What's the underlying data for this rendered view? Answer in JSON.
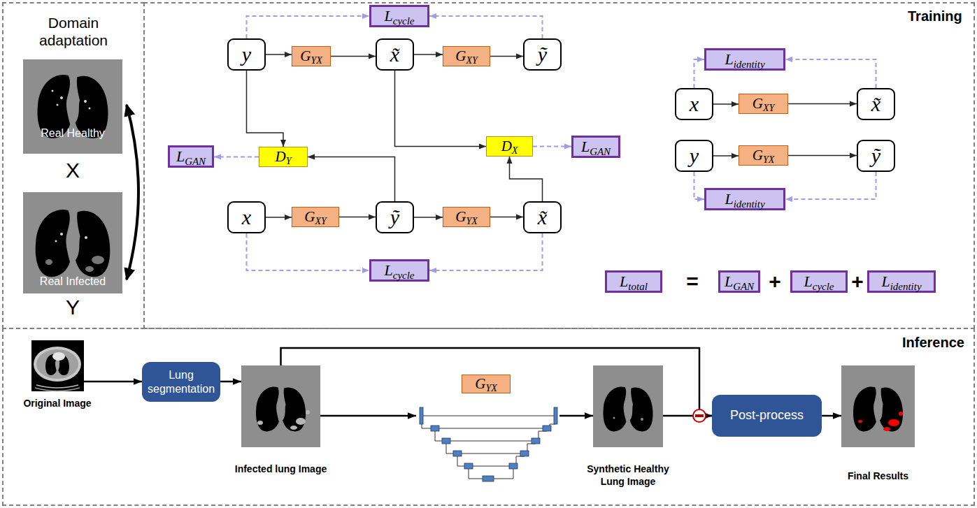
{
  "diagram": {
    "nodes": [
      {
        "text": [
          "Domain adaptation"
        ]
      },
      {
        "text": [
          "Real Healthy",
          "X"
        ],
        "in": 0
      },
      {
        "text": [
          "Real Infected",
          "Y"
        ],
        "in": 0
      },
      {
        "text": [
          "Training"
        ]
      },
      {
        "text": [
          "L",
          "cycle"
        ],
        "in": 3
      },
      {
        "text": [
          "y"
        ],
        "in": 3
      },
      {
        "text": [
          "G",
          "YX"
        ],
        "in": 3
      },
      {
        "text": [
          "x̃"
        ],
        "in": 3
      },
      {
        "text": [
          "G",
          "XY"
        ],
        "in": 3
      },
      {
        "text": [
          "ỹ"
        ],
        "in": 3
      },
      {
        "text": [
          "L",
          "identity"
        ],
        "in": 3
      },
      {
        "text": [
          "x"
        ],
        "in": 3
      },
      {
        "text": [
          "G",
          "XY"
        ],
        "in": 3
      },
      {
        "text": [
          "x̃"
        ],
        "in": 3
      },
      {
        "text": [
          "L",
          "GAN"
        ],
        "in": 3
      },
      {
        "text": [
          "D",
          "Y"
        ],
        "in": 3
      },
      {
        "text": [
          "D",
          "X"
        ],
        "in": 3
      },
      {
        "text": [
          "L",
          "GAN"
        ],
        "in": 3
      },
      {
        "text": [
          "y"
        ],
        "in": 3
      },
      {
        "text": [
          "G",
          "YX"
        ],
        "in": 3
      },
      {
        "text": [
          "ỹ"
        ],
        "in": 3
      },
      {
        "text": [
          "L",
          "identity"
        ],
        "in": 3
      },
      {
        "text": [
          "x"
        ],
        "in": 3
      },
      {
        "text": [
          "G",
          "XY"
        ],
        "in": 3
      },
      {
        "text": [
          "ỹ"
        ],
        "in": 3
      },
      {
        "text": [
          "G",
          "YX"
        ],
        "in": 3
      },
      {
        "text": [
          "x̃"
        ],
        "in": 3
      },
      {
        "text": [
          "L",
          "cycle"
        ],
        "in": 3
      },
      {
        "text": [
          "L",
          "total"
        ],
        "in": 3
      },
      {
        "text": [
          "L",
          "GAN"
        ],
        "in": 3
      },
      {
        "text": [
          "L",
          "cycle"
        ],
        "in": 3
      },
      {
        "text": [
          "L",
          "identity"
        ],
        "in": 3
      },
      {
        "text": [
          "Inference"
        ]
      },
      {
        "text": [
          "Original Image"
        ],
        "in": 32
      },
      {
        "text": [
          "Lung segmentation"
        ],
        "in": 32
      },
      {
        "text": [
          "Infected lung Image"
        ],
        "in": 32
      },
      {
        "text": [
          "G",
          "YX"
        ],
        "in": 32
      },
      {
        "text": [
          "Synthetic Healthy Lung Image"
        ],
        "in": 32
      },
      {
        "text": [
          "Post-process"
        ],
        "in": 32
      },
      {
        "text": [
          "Final Results"
        ],
        "in": 32
      }
    ],
    "edges": [
      {
        "from": 1,
        "to": 2,
        "arrow": "both"
      },
      {
        "from": 5,
        "to": 6,
        "arrow": "to"
      },
      {
        "from": 6,
        "to": 7,
        "arrow": "to"
      },
      {
        "from": 7,
        "to": 8,
        "arrow": "to"
      },
      {
        "from": 8,
        "to": 9,
        "arrow": "to"
      },
      {
        "from": 5,
        "to": 4,
        "arrow": "to"
      },
      {
        "from": 9,
        "to": 4,
        "arrow": "to"
      },
      {
        "from": 5,
        "to": 15,
        "arrow": "to"
      },
      {
        "from": 7,
        "to": 16,
        "arrow": "to"
      },
      {
        "from": 15,
        "to": 14,
        "arrow": "to"
      },
      {
        "from": 16,
        "to": 17,
        "arrow": "to"
      },
      {
        "from": 22,
        "to": 23,
        "arrow": "to"
      },
      {
        "from": 23,
        "to": 24,
        "arrow": "to"
      },
      {
        "from": 24,
        "to": 25,
        "arrow": "to"
      },
      {
        "from": 25,
        "to": 26,
        "arrow": "to"
      },
      {
        "from": 24,
        "to": 15,
        "arrow": "to"
      },
      {
        "from": 26,
        "to": 16,
        "arrow": "to"
      },
      {
        "from": 22,
        "to": 27,
        "arrow": "to"
      },
      {
        "from": 26,
        "to": 27,
        "arrow": "to"
      },
      {
        "from": 11,
        "to": 12,
        "arrow": "to"
      },
      {
        "from": 12,
        "to": 13,
        "arrow": "to"
      },
      {
        "from": 11,
        "to": 10,
        "arrow": "to"
      },
      {
        "from": 13,
        "to": 10,
        "arrow": "to"
      },
      {
        "from": 18,
        "to": 19,
        "arrow": "to"
      },
      {
        "from": 19,
        "to": 20,
        "arrow": "to"
      },
      {
        "from": 18,
        "to": 21,
        "arrow": "to"
      },
      {
        "from": 20,
        "to": 21,
        "arrow": "to"
      },
      {
        "from": 33,
        "to": 34,
        "arrow": "to"
      },
      {
        "from": 34,
        "to": 35,
        "arrow": "to"
      },
      {
        "from": 35,
        "to": 36,
        "arrow": "to"
      },
      {
        "from": 36,
        "to": 37,
        "arrow": "to"
      },
      {
        "from": 37,
        "to": 38,
        "arrow": "to"
      },
      {
        "from": 35,
        "to": 38,
        "arrow": "to"
      },
      {
        "from": 38,
        "to": 39,
        "arrow": "to"
      }
    ],
    "labels": [
      "=",
      "+",
      "+"
    ]
  }
}
